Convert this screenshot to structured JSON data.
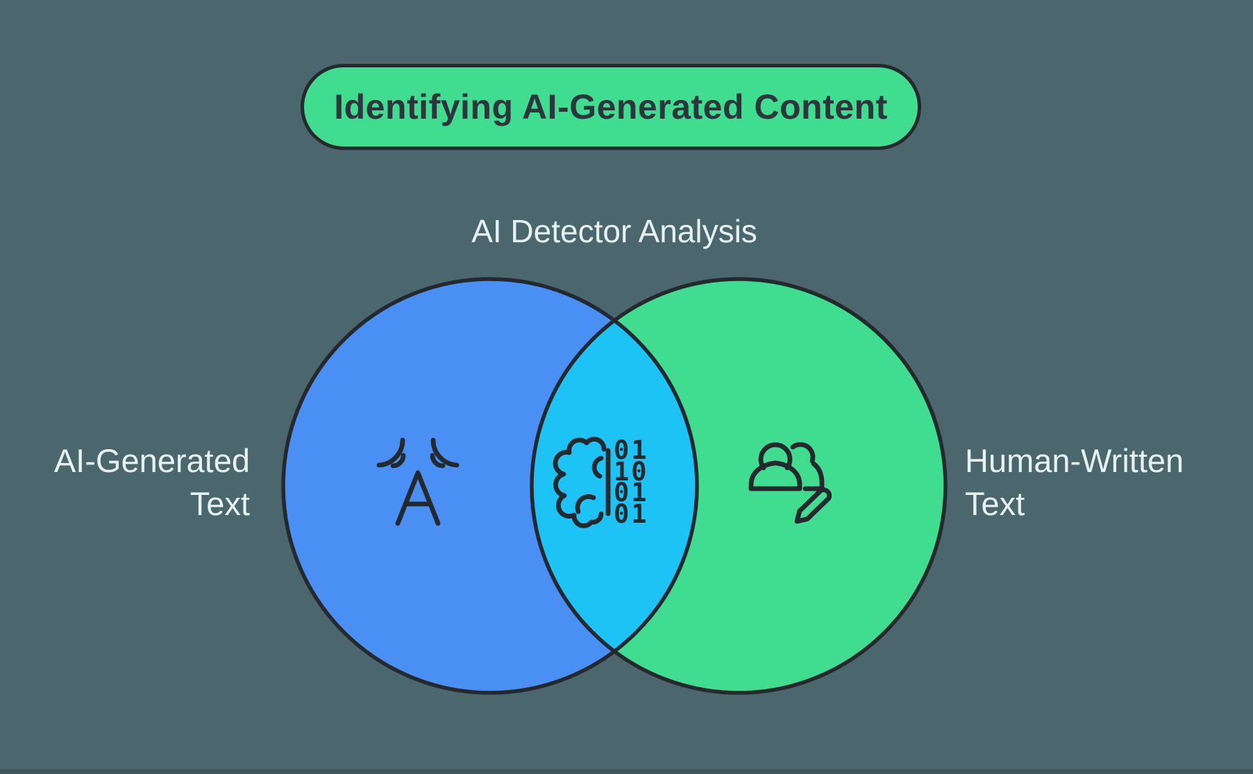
{
  "title": {
    "label": "Identifying AI-Generated Content"
  },
  "venn": {
    "heading": "AI Detector Analysis",
    "left_set": {
      "label_line1": "AI-Generated",
      "label_line2": "Text",
      "icon": "ai-letter-waves-icon"
    },
    "right_set": {
      "label_line1": "Human-Written",
      "label_line2": "Text",
      "icon": "people-pencil-icon"
    },
    "intersection": {
      "icon": "brain-binary-icon",
      "binary_rows": [
        "01",
        "10",
        "01",
        "01"
      ]
    }
  },
  "colors": {
    "background": "#4C666E",
    "banner_green": "#40DC8F",
    "left_circle_blue": "#4A8FF3",
    "right_circle_green": "#40DC8F",
    "intersection_cyan": "#1EC3F6",
    "outline_dark": "#24292E",
    "light_text": "#E4F2F4",
    "dark_text": "#2D363C"
  }
}
